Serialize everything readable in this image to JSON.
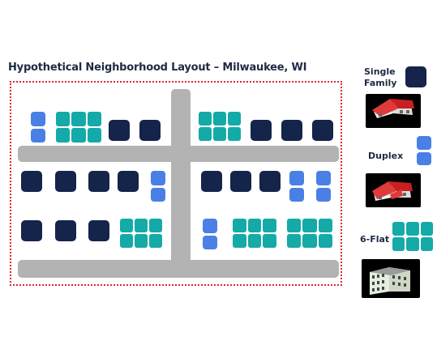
{
  "title": "Hypothetical Neighborhood Layout – Milwaukee, WI",
  "legend": {
    "single_family": "Single Family",
    "duplex": "Duplex",
    "six_flat": "6-Flat"
  },
  "colors": {
    "single_family": "#14244a",
    "duplex": "#4a7fe6",
    "six_flat": "#14aaa7",
    "road": "#b3b3b3",
    "boundary": "#e0282c"
  },
  "icons": {
    "single_family_thumb": "single-family-house-icon",
    "duplex_thumb": "duplex-house-icon",
    "six_flat_thumb": "six-flat-building-icon"
  }
}
